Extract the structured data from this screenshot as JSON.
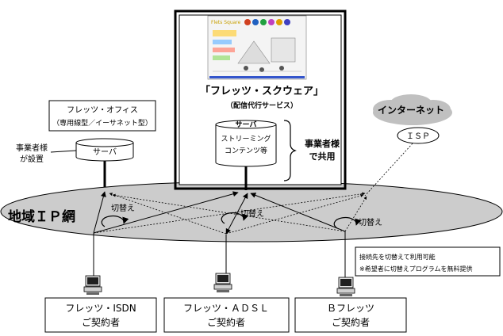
{
  "square": {
    "title": "「フレッツ・スクウェア」",
    "subtitle": "（配信代行サービス）",
    "server_label": "サーバ",
    "content_line1": "ストリーミング",
    "content_line2": "コンテンツ等",
    "shared_line1": "事業者様",
    "shared_line2": "で共用"
  },
  "office": {
    "title_line1": "フレッツ・オフィス",
    "title_line2": "（専用線型／イーサネット型）",
    "server_label": "サーバ",
    "installer_line1": "事業者様",
    "installer_line2": "が設置"
  },
  "internet": {
    "cloud_label": "インターネット",
    "isp_label": "ＩＳＰ"
  },
  "network": {
    "label": "地域ＩＰ網",
    "switch_labels": [
      "切替え",
      "切替え",
      "切替え"
    ]
  },
  "note": {
    "line1": "接続先を切替えて利用可能",
    "line2": "※希望者に切替えプログラムを無料提供"
  },
  "subscribers": [
    {
      "line1": "フレッツ・ISDN",
      "line2": "ご契約者"
    },
    {
      "line1": "フレッツ・ＡＤＳＬ",
      "line2": "ご契約者"
    },
    {
      "line1": "Ｂフレッツ",
      "line2": "ご契約者"
    }
  ],
  "colors": {
    "ellipse_fill": "#cccccc",
    "cloud_fill": "#c0c0c0",
    "screenshot_accent": "#3355cc"
  }
}
